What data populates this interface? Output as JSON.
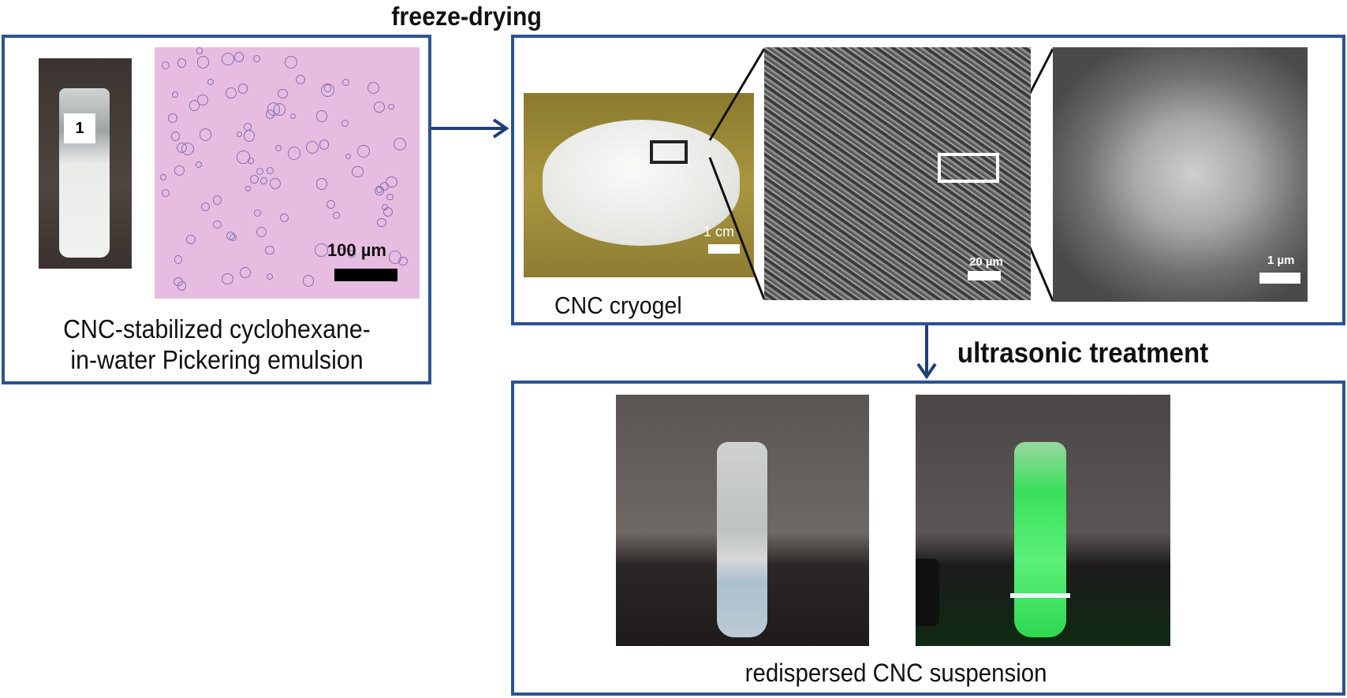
{
  "steps": {
    "freeze_drying": "freeze-drying",
    "ultrasonic": "ultrasonic treatment"
  },
  "panel_emulsion": {
    "vial_label": "1",
    "scale_label": "100 µm",
    "caption_line1": "CNC-stabilized cyclohexane-",
    "caption_line2": "in-water Pickering emulsion"
  },
  "panel_cryogel": {
    "photo_scale": "1 cm",
    "caption": "CNC cryogel",
    "sem1_scale": "20 µm",
    "sem2_scale": "1 µm"
  },
  "panel_suspension": {
    "caption": "redispersed CNC suspension"
  },
  "colors": {
    "frame": "#2a5490",
    "arrow": "#1f3f78",
    "fluorescence": "#39e05a"
  }
}
